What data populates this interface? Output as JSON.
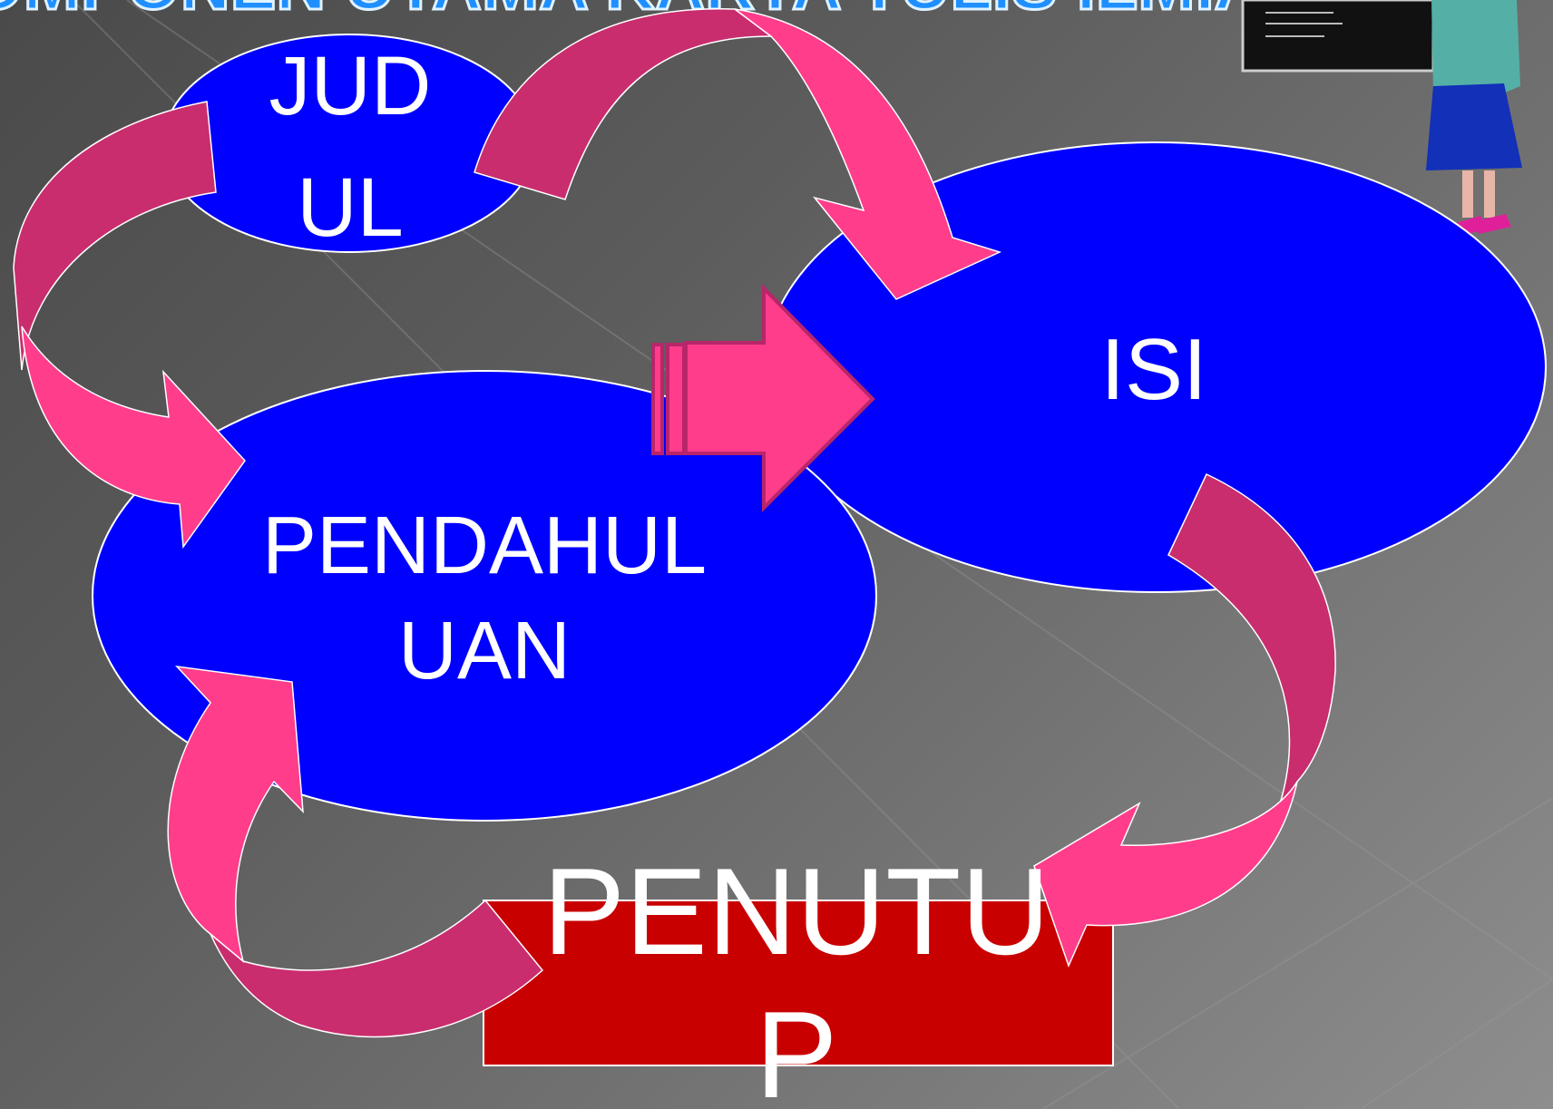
{
  "slide": {
    "title_visible_fragment": "KOMPONEN UTAMA KARYA TULIS ILMIAH"
  },
  "nodes": {
    "judul": {
      "lines": [
        "JUD",
        "UL"
      ]
    },
    "pendahuluan": {
      "lines": [
        "PENDAHUL",
        "UAN"
      ]
    },
    "isi": {
      "lines": [
        "ISI"
      ]
    },
    "penutup": {
      "lines": [
        "PENUTU",
        "P"
      ]
    }
  },
  "colors": {
    "ellipse_fill": "#0000ff",
    "box_fill": "#c80000",
    "arrow_pink": "#ff3d8b",
    "arrow_dark": "#c92d6e",
    "title_blue": "#1f8fff"
  },
  "decor": {
    "clipart": "teacher-at-blackboard-icon"
  }
}
